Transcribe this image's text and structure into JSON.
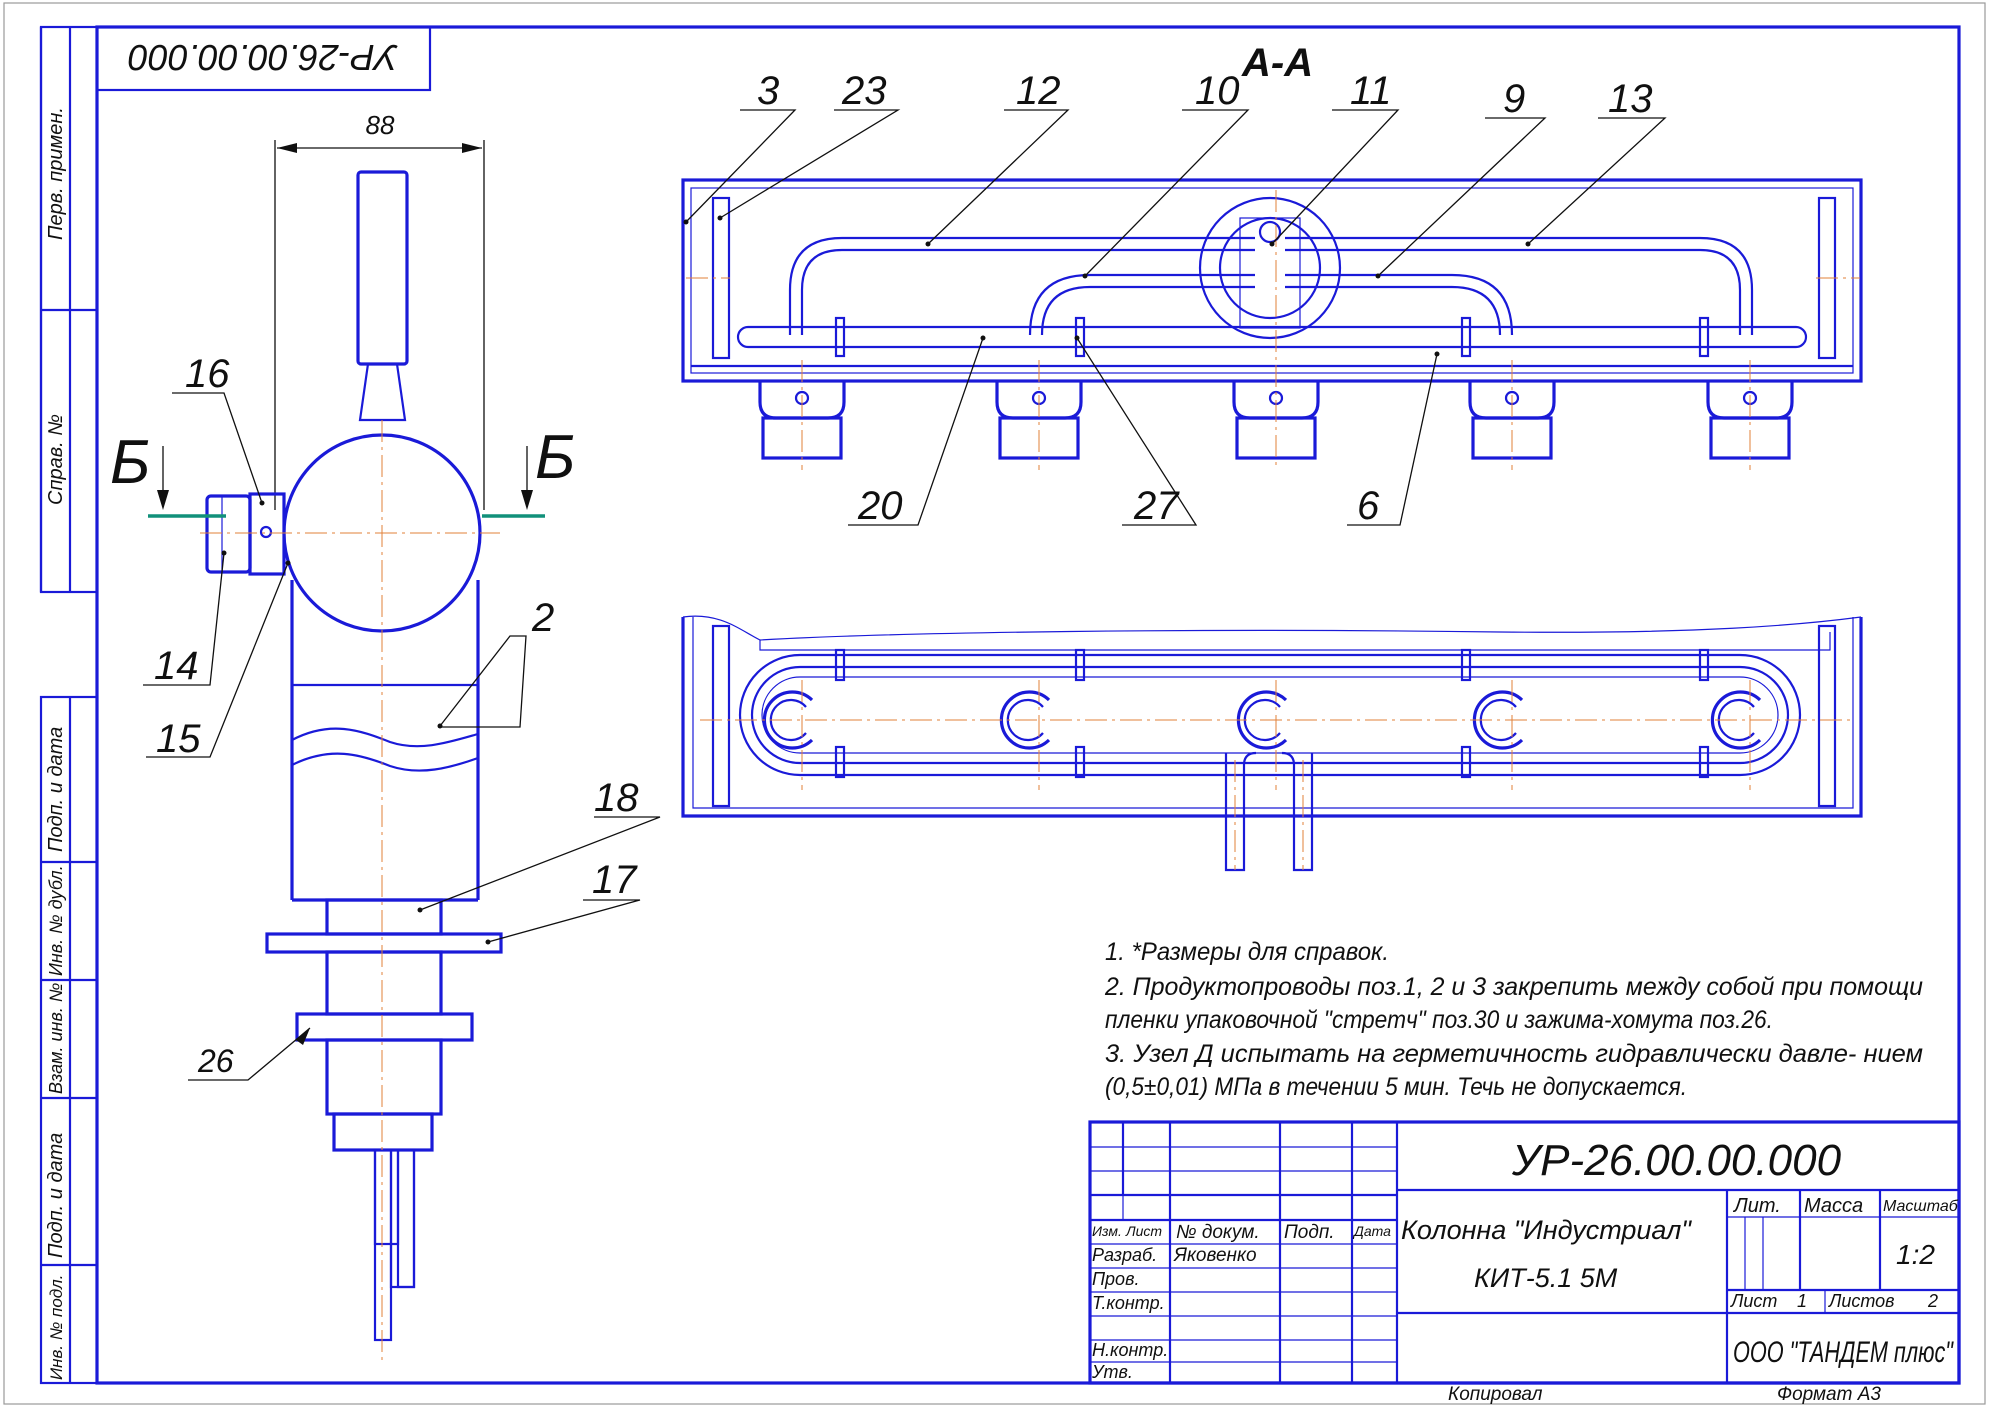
{
  "drawing_number": "УР-26.00.00.000",
  "section_label": "А-А",
  "section_b_left": "Б",
  "section_b_right": "Б",
  "dimension_88": "88",
  "side_labels": {
    "perv_primen": "Перв. примен.",
    "sprav_no": "Справ. №",
    "podp_data_top": "Подп. и дата",
    "inv_dubl": "Инв. № дубл.",
    "vzam_inv": "Взам. инв. №",
    "podp_data_bottom": "Подп. и дата",
    "inv_podl": "Инв. № подл."
  },
  "position_numbers": {
    "p3": "3",
    "p23": "23",
    "p12": "12",
    "p10": "10",
    "p11": "11",
    "p9": "9",
    "p13": "13",
    "p20": "20",
    "p27": "27",
    "p6": "6",
    "p16": "16",
    "p14": "14",
    "p15": "15",
    "p2": "2",
    "p18": "18",
    "p17": "17",
    "p26": "26"
  },
  "notes": [
    "1.  *Размеры для справок.",
    "2.  Продуктопроводы поз.1, 2 и 3 закрепить между собой при помощи",
    "пленки упаковочной \"стретч\" поз.30 и зажима-хомута поз.26.",
    "3.  Узел Д испытать на герметичность гидравлически давле- нием",
    "(0,5±0,01) МПа в течении 5 мин. Течь не допускается."
  ],
  "title_block": {
    "designation": "УР-26.00.00.000",
    "name_line1": "Колонна \"Индустриал\"",
    "name_line2": "КИТ-5.1 5М",
    "col_izm": "Изм.",
    "col_list": "Лист",
    "col_doc": "№ докум.",
    "col_podp": "Подп.",
    "col_data": "Дата",
    "razrab": "Разраб.",
    "razrab_name": "Яковенко",
    "prov": "Пров.",
    "tkontr": "Т.контр.",
    "nkontr": "Н.контр.",
    "utv": "Утв.",
    "lit": "Лит.",
    "massa": "Масса",
    "masshtab": "Масштаб",
    "scale": "1:2",
    "sheet_label": "Лист",
    "sheet_no": "1",
    "sheets_label": "Листов",
    "sheets_total": "2",
    "company": "ООО \"ТАНДЕМ плюс\""
  },
  "footer": {
    "copied": "Копировал",
    "format": "Формат   А3"
  },
  "colors": {
    "ink": "#1a1ad8",
    "axis": "#e0803a",
    "leader": "#101010",
    "cut_line": "#11907a"
  }
}
